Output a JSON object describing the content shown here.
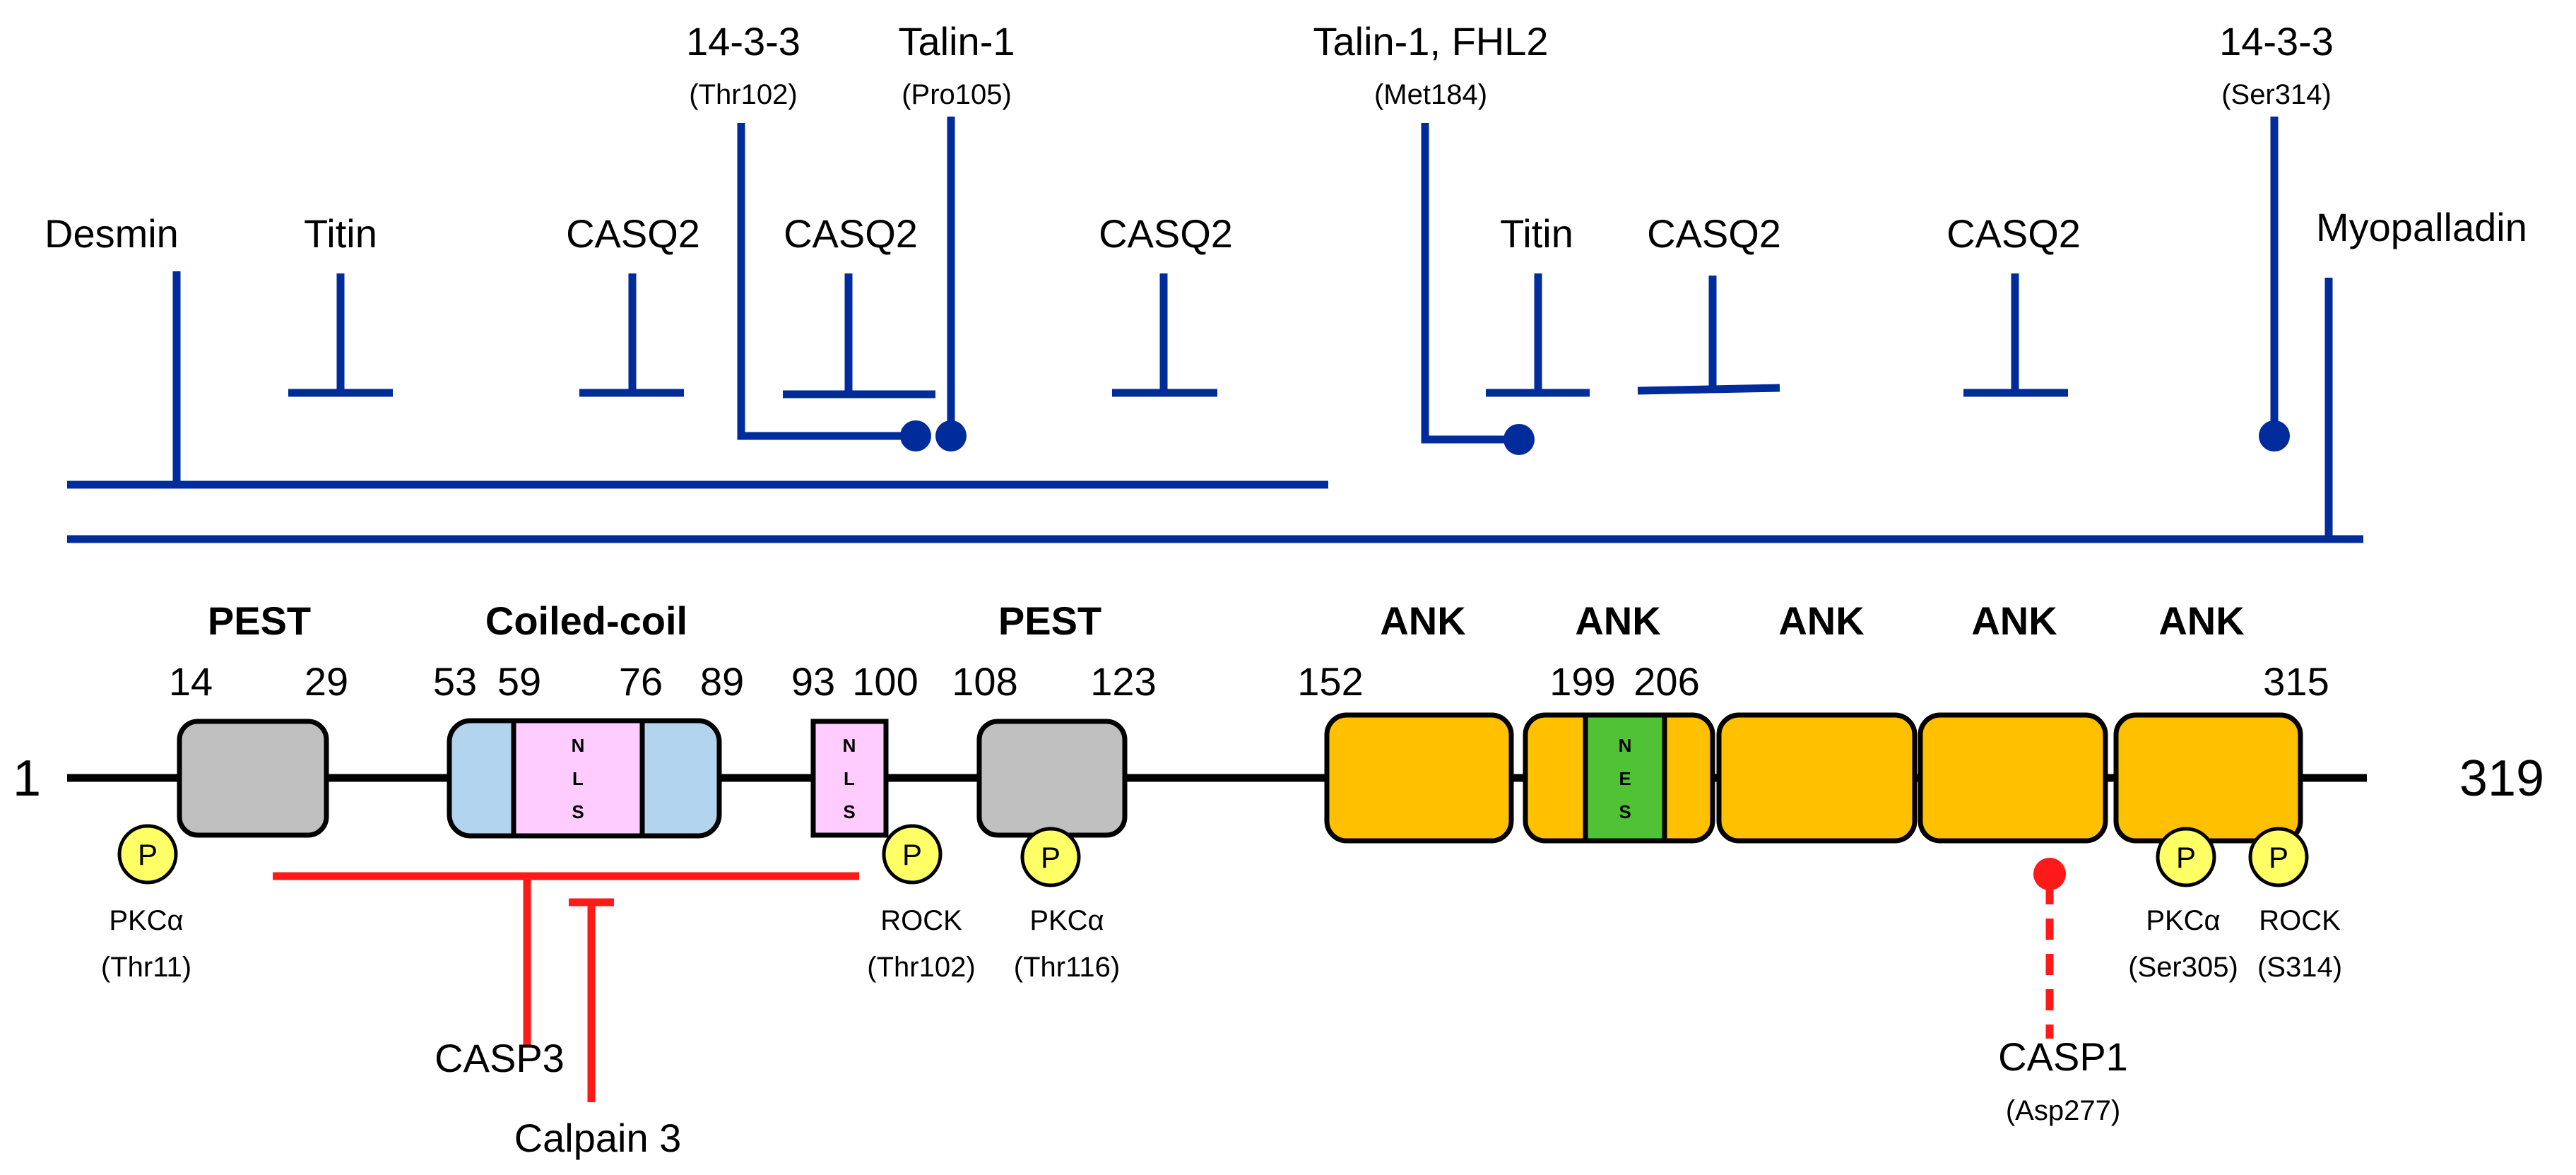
{
  "partners": {
    "p1433_a": {
      "name": "14-3-3",
      "site": "(Thr102)"
    },
    "talin_a": {
      "name": "Talin-1",
      "site": "(Pro105)"
    },
    "talin_b": {
      "name": "Talin-1, FHL2",
      "site": "(Met184)"
    },
    "p1433_b": {
      "name": "14-3-3",
      "site": "(Ser314)"
    },
    "desmin": "Desmin",
    "titin_a": "Titin",
    "casq2_a": "CASQ2",
    "casq2_b": "CASQ2",
    "casq2_c": "CASQ2",
    "titin_b": "Titin",
    "casq2_d": "CASQ2",
    "casq2_e": "CASQ2",
    "myopalladin": "Myopalladin"
  },
  "domains": {
    "pest_1": "PEST",
    "coiled_coil": "Coiled-coil",
    "pest_2": "PEST",
    "ank_1": "ANK",
    "ank_2": "ANK",
    "ank_3": "ANK",
    "ank_4": "ANK",
    "ank_5": "ANK"
  },
  "positions": {
    "p14": "14",
    "p29": "29",
    "p53": "53",
    "p59": "59",
    "p76": "76",
    "p89": "89",
    "p93": "93",
    "p100": "100",
    "p108": "108",
    "p123": "123",
    "p152": "152",
    "p199": "199",
    "p206": "206",
    "p315": "315"
  },
  "protein_ends": {
    "start": "1",
    "end": "319"
  },
  "motif_letters": {
    "nls_1": [
      "N",
      "L",
      "S"
    ],
    "nls_2": [
      "N",
      "L",
      "S"
    ],
    "nes": [
      "N",
      "E",
      "S"
    ]
  },
  "phospho_symbol": "P",
  "phosphorylation": {
    "pkca_1": {
      "kinase": "PKCα",
      "site": "(Thr11)"
    },
    "rock_1": {
      "kinase": "ROCK",
      "site": "(Thr102)"
    },
    "pkca_2": {
      "kinase": "PKCα",
      "site": "(Thr116)"
    },
    "pkca_3": {
      "kinase": "PKCα",
      "site": "(Ser305)"
    },
    "rock_2": {
      "kinase": "ROCK",
      "site": "(S314)"
    }
  },
  "proteases": {
    "casp3": "CASP3",
    "calpain3": "Calpain 3",
    "casp1": {
      "name": "CASP1",
      "site": "(Asp277)"
    }
  },
  "colors": {
    "binding": "#002b9a",
    "cleavage": "#ff1a1a",
    "pest": "#c0c0c0",
    "coiled_coil": "#b3d4ee",
    "nls": "#ffccff",
    "ank": "#ffc000",
    "nes": "#4fc236",
    "phospho": "#ffff66"
  }
}
